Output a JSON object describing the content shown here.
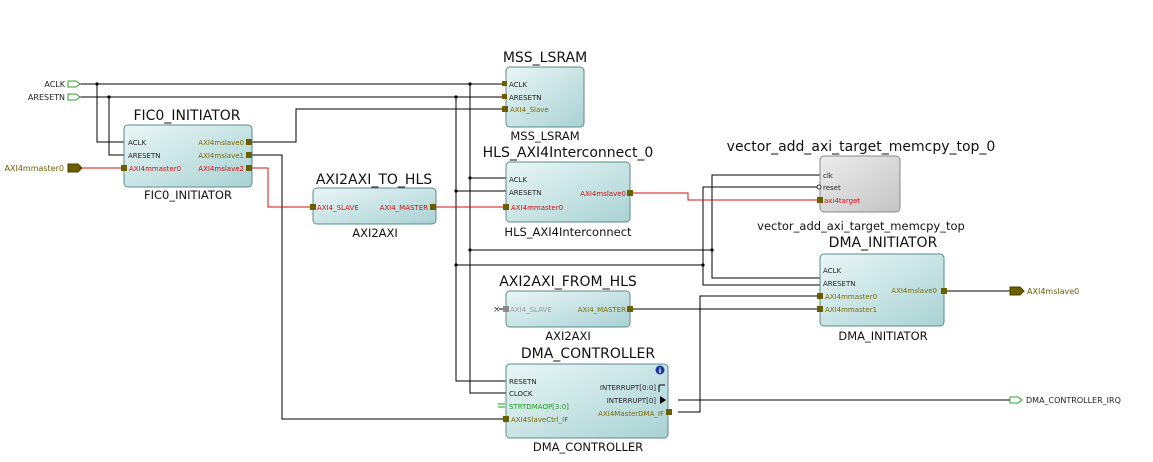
{
  "ports": {
    "aclk": "ACLK",
    "aresetn": "ARESETN",
    "axi4mmaster0": "AXI4mmaster0",
    "axi4mslave0": "AXI4mslave0",
    "dma_irq": "DMA_CONTROLLER_IRQ"
  },
  "blocks": {
    "mss_lsram": {
      "title": "MSS_LSRAM",
      "sub": "MSS_LSRAM",
      "pins": [
        "ACLK",
        "ARESETN",
        "AXI4_Slave"
      ]
    },
    "fic0": {
      "title": "FIC0_INITIATOR",
      "sub": "FIC0_INITIATOR",
      "pins_left": [
        "ACLK",
        "ARESETN",
        "AXI4mmaster0"
      ],
      "pins_right": [
        "AXI4mslave0",
        "AXI4mslave1",
        "AXI4mslave2"
      ]
    },
    "axi2axi_to_hls": {
      "title": "AXI2AXI_TO_HLS",
      "sub": "AXI2AXI",
      "pin_left": "AXI4_SLAVE",
      "pin_right": "AXI4_MASTER"
    },
    "hls_ic": {
      "title": "HLS_AXI4Interconnect_0",
      "sub": "HLS_AXI4Interconnect",
      "pins_left": [
        "ACLK",
        "ARESETN",
        "AXI4mmaster0"
      ],
      "pin_right": "AXI4mslave0"
    },
    "vector_add": {
      "title": "vector_add_axi_target_memcpy_top_0",
      "sub": "vector_add_axi_target_memcpy_top",
      "pins": [
        "clk",
        "reset",
        "axi4target"
      ]
    },
    "dma_init": {
      "title": "DMA_INITIATOR",
      "sub": "DMA_INITIATOR",
      "pins_left": [
        "ACLK",
        "ARESETN",
        "AXI4mmaster0",
        "AXI4mmaster1"
      ],
      "pin_right": "AXI4mslave0"
    },
    "axi2axi_from_hls": {
      "title": "AXI2AXI_FROM_HLS",
      "sub": "AXI2AXI",
      "pin_left": "AXI4_SLAVE",
      "pin_right": "AXI4_MASTER"
    },
    "dma_ctrl": {
      "title": "DMA_CONTROLLER",
      "sub": "DMA_CONTROLLER",
      "pins_left": [
        "RESETN",
        "CLOCK",
        "STRTDMAOP[3:0]",
        "AXI4SlaveCtrl_IF"
      ],
      "pins_right": [
        "INTERRUPT[0:0]",
        "INTERRUPT[0]",
        "AXI4MasterDMA_IF"
      ],
      "info_badge": "i"
    }
  }
}
